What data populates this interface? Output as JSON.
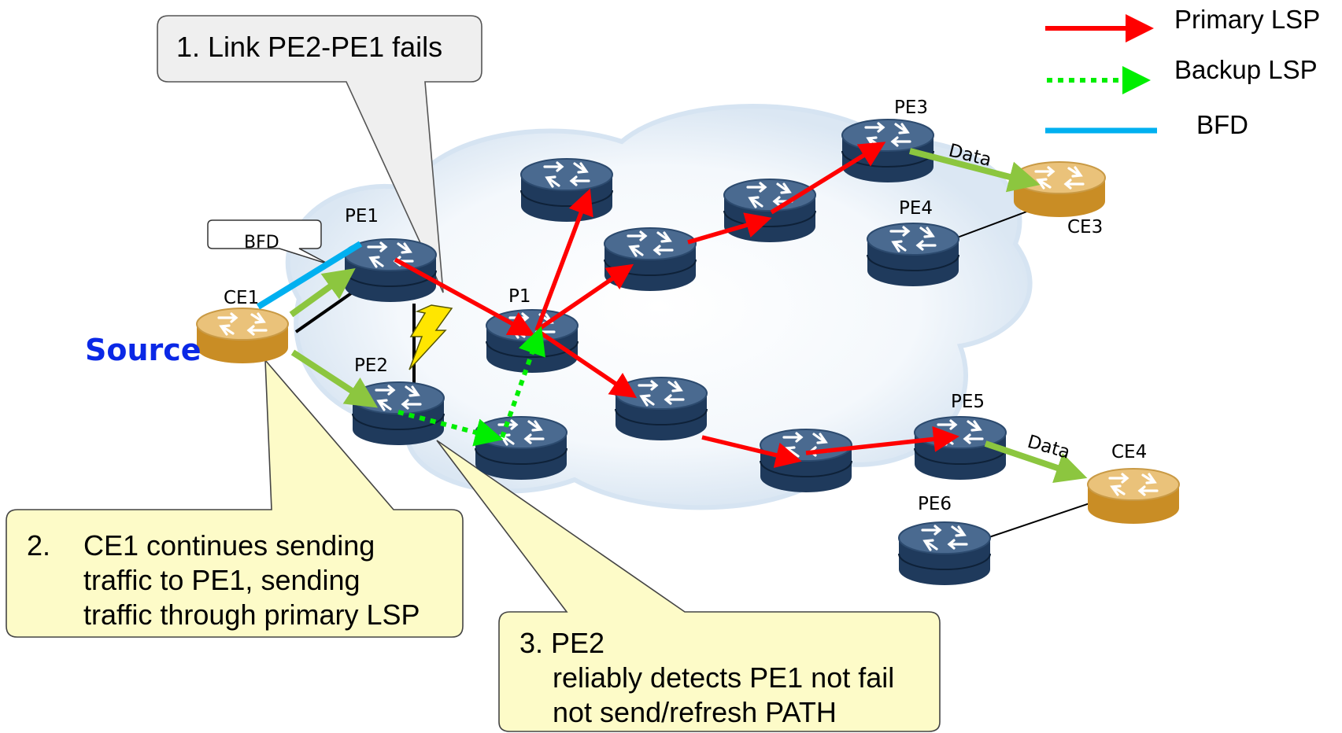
{
  "legend": {
    "primary": {
      "label": "Primary LSP",
      "color": "#ff0000"
    },
    "backup": {
      "label": "Backup LSP",
      "color": "#00ee00"
    },
    "bfd": {
      "label": "BFD",
      "color": "#00b0f0"
    }
  },
  "labels": {
    "source": "Source",
    "ce1": "CE1",
    "pe1": "PE1",
    "pe2": "PE2",
    "p1": "P1",
    "pe3": "PE3",
    "pe4": "PE4",
    "ce3": "CE3",
    "pe5": "PE5",
    "pe6": "PE6",
    "ce4": "CE4",
    "data1": "Data",
    "data2": "Data",
    "bfd_box": "BFD"
  },
  "callouts": {
    "c1": "1. Link PE2-PE1 fails",
    "c2_num": "2.",
    "c2_lines": [
      "CE1 continues sending",
      "traffic to PE1, sending",
      "traffic through primary LSP"
    ],
    "c3_line1": "3.  PE2",
    "c3_lines": [
      "reliably detects PE1 not fail",
      "not send/refresh PATH"
    ]
  },
  "colors": {
    "router_body": "#2c4a6e",
    "router_top": "#4a6a90",
    "ce_body": "#d9a33a",
    "data_link": "#8cc63f",
    "callout_gray": "#efefef",
    "callout_yellow": "#fdfbc8",
    "source_text": "#0a28e6",
    "lightning": "#ffe600"
  }
}
